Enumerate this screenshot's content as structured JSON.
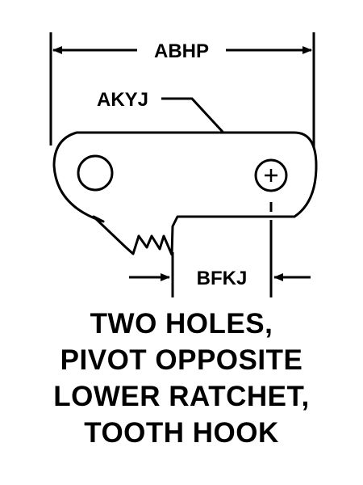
{
  "colors": {
    "ink": "#000000",
    "paper": "#ffffff"
  },
  "dimensions": {
    "overall_width": "ABHP",
    "hole_callout": "AKYJ",
    "step_width": "BFKJ"
  },
  "caption": {
    "line1": "TWO HOLES,",
    "line2": "PIVOT OPPOSITE",
    "line3": "LOWER RATCHET,",
    "line4": "TOOTH HOOK"
  }
}
